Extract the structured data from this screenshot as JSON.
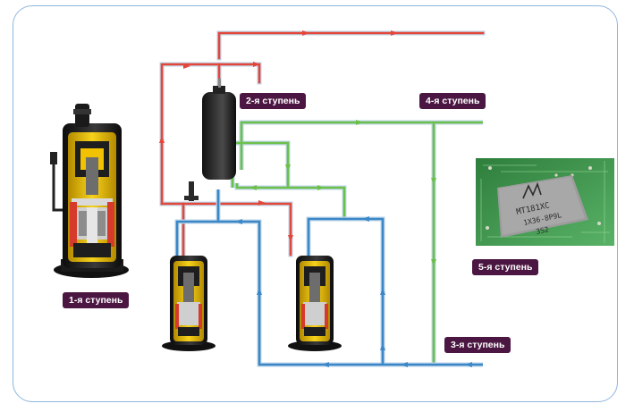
{
  "labels": {
    "stage1": "1-я ступень",
    "stage2": "2-я ступень",
    "stage3": "3-я ступень",
    "stage4": "4-я ступень",
    "stage5": "5-я ступень"
  },
  "chip_text": {
    "line1": "MT181XC",
    "line2": "1X36-8P9L",
    "line3": "3S2"
  },
  "colors": {
    "frame": "#8fb6de",
    "label_bg": "#4b1742",
    "pipe_red": "#e4473a",
    "pipe_green": "#6cc04a",
    "pipe_blue": "#3b87c8",
    "pipe_outline": "#bcd6e8",
    "compressor_yellow": "#f2c200",
    "pcb_green": "#3f9a4a"
  }
}
